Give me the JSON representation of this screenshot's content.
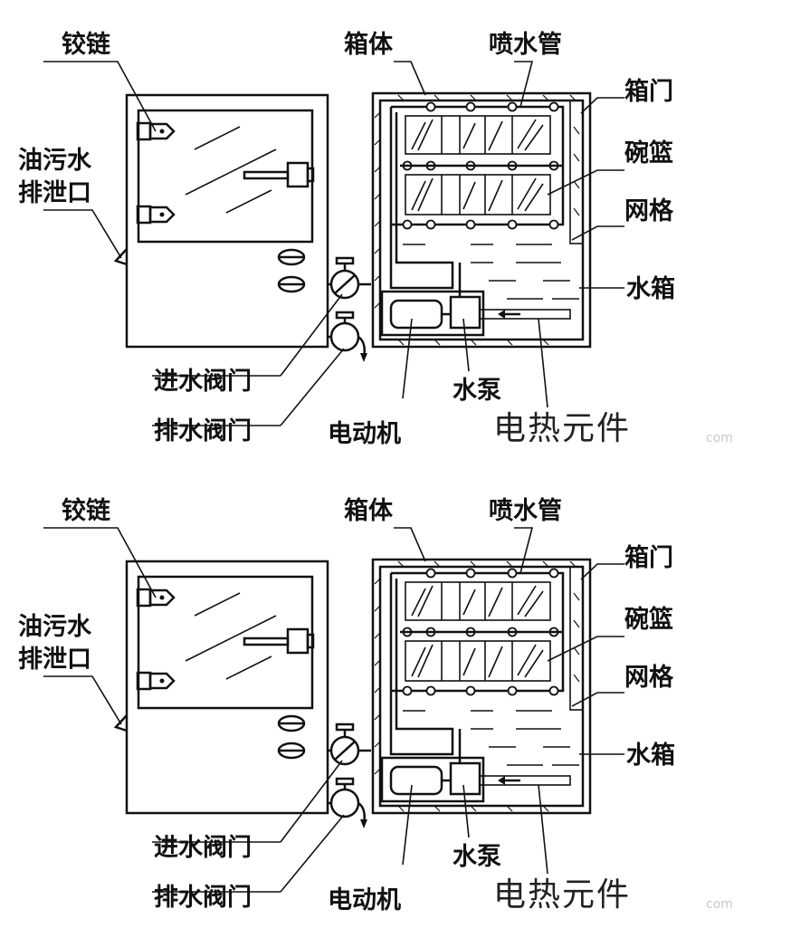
{
  "panels": [
    {
      "labels": {
        "hinge": "铰链",
        "drain_outlet_line1": "油污水",
        "drain_outlet_line2": "排泄口",
        "cabinet_body": "箱体",
        "spray_pipe": "喷水管",
        "cabinet_door": "箱门",
        "bowl_basket": "碗篮",
        "grid": "网格",
        "water_tank": "水箱",
        "inlet_valve": "进水阀门",
        "outlet_valve": "排水阀门",
        "water_pump": "水泵",
        "motor": "电动机",
        "heating_element": "电热元件"
      },
      "watermark": "com"
    },
    {
      "labels": {
        "hinge": "铰链",
        "drain_outlet_line1": "油污水",
        "drain_outlet_line2": "排泄口",
        "cabinet_body": "箱体",
        "spray_pipe": "喷水管",
        "cabinet_door": "箱门",
        "bowl_basket": "碗篮",
        "grid": "网格",
        "water_tank": "水箱",
        "inlet_valve": "进水阀门",
        "outlet_valve": "排水阀门",
        "water_pump": "水泵",
        "motor": "电动机",
        "heating_element": "电热元件"
      },
      "watermark": "com"
    }
  ]
}
